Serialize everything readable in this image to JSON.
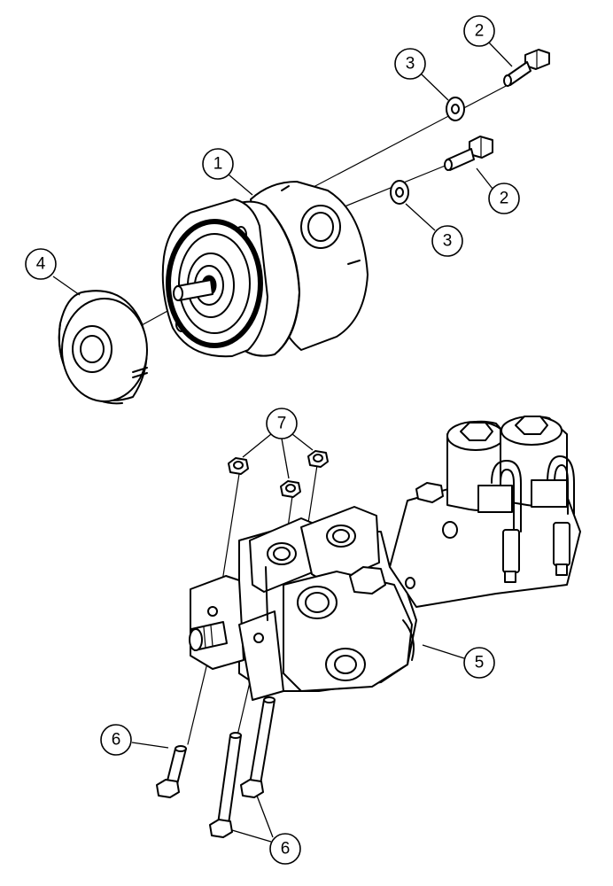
{
  "callouts": [
    {
      "id": "c1",
      "label": "1",
      "part": "pump"
    },
    {
      "id": "c2a",
      "label": "2",
      "part": "bolt"
    },
    {
      "id": "c2b",
      "label": "2",
      "part": "bolt"
    },
    {
      "id": "c3a",
      "label": "3",
      "part": "washer"
    },
    {
      "id": "c3b",
      "label": "3",
      "part": "washer"
    },
    {
      "id": "c4",
      "label": "4",
      "part": "coupling"
    },
    {
      "id": "c5",
      "label": "5",
      "part": "control-valve"
    },
    {
      "id": "c6a",
      "label": "6",
      "part": "tie-rod-bolt"
    },
    {
      "id": "c6b",
      "label": "6",
      "part": "tie-rod-bolt"
    },
    {
      "id": "c7",
      "label": "7",
      "part": "nut"
    }
  ]
}
